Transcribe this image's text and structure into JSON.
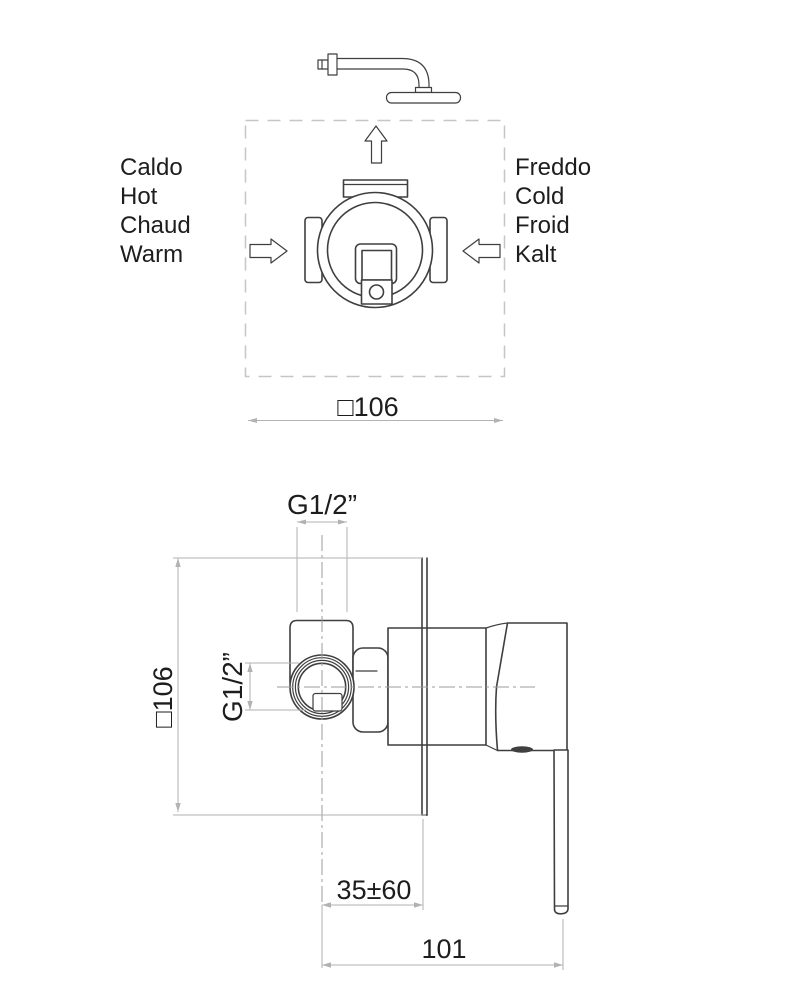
{
  "front_view": {
    "hot_labels": [
      "Caldo",
      "Hot",
      "Chaud",
      "Warm"
    ],
    "cold_labels": [
      "Freddo",
      "Cold",
      "Froid",
      "Kalt"
    ],
    "box_width_dimension": "□106"
  },
  "side_view": {
    "top_connection_thread": "G1/2”",
    "inlet_thread": "G1/2”",
    "plate_height_dimension": "□106",
    "wall_depth_range": "35±60",
    "handle_projection": "101"
  },
  "colors": {
    "line": "#3f3f3f",
    "dim": "#b2b2b2",
    "center": "#9b9b9b",
    "dashbox": "#c6c6c6",
    "text": "#1d1d1d",
    "bg": "#ffffff"
  }
}
